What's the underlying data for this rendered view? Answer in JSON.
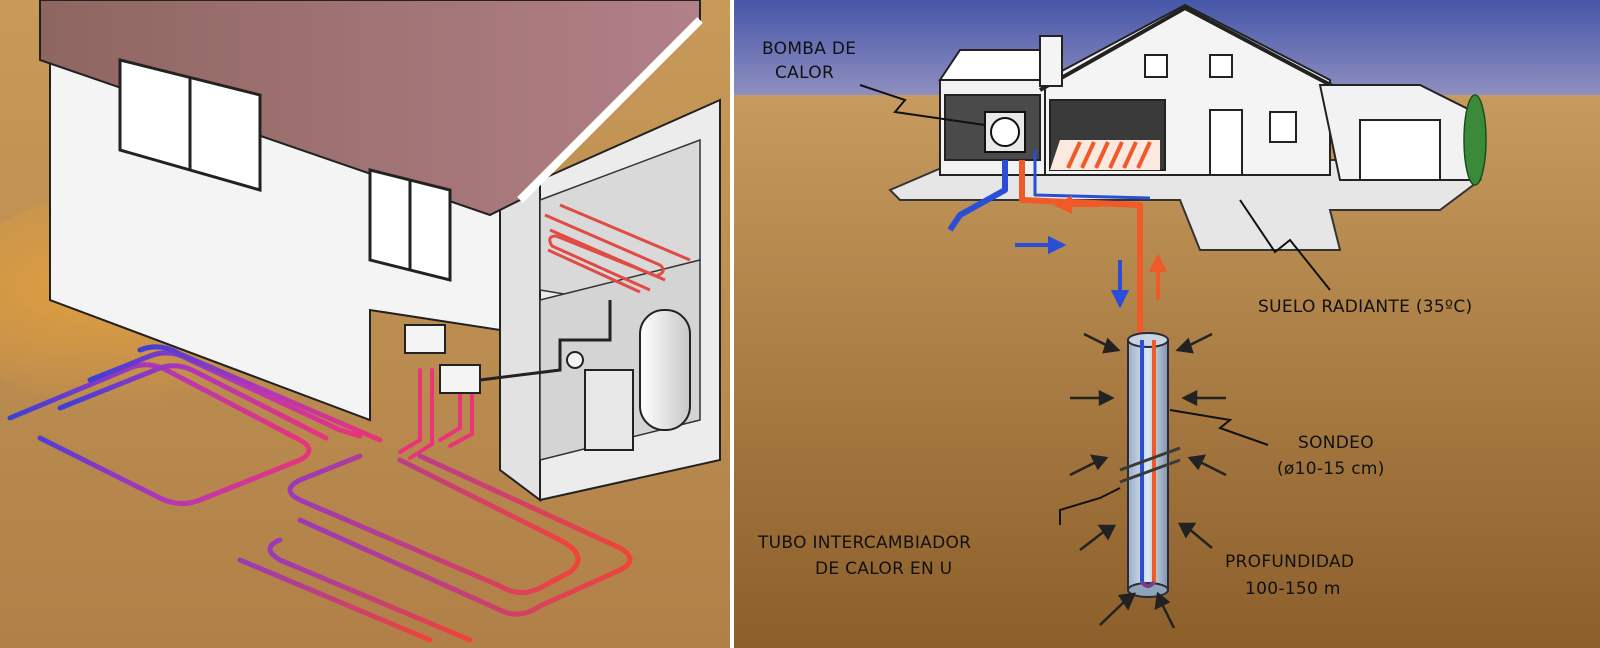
{
  "labels": {
    "heat_pump_line1": "BOMBA DE",
    "heat_pump_line2": "CALOR",
    "radiant_floor": "SUELO RADIANTE (35ºC)",
    "borehole_line1": "SONDEO",
    "borehole_line2": "(ø10-15 cm)",
    "u_tube_line1": "TUBO INTERCAMBIADOR",
    "u_tube_line2": "DE CALOR EN U",
    "depth_line1": "PROFUNDIDAD",
    "depth_line2": "100-150 m"
  },
  "colors": {
    "cold_pipe": "#2a4fd6",
    "hot_pipe": "#f05a28",
    "ground": "#b8844a",
    "sky": "#4a5bb0",
    "roof": "#a06a72"
  }
}
